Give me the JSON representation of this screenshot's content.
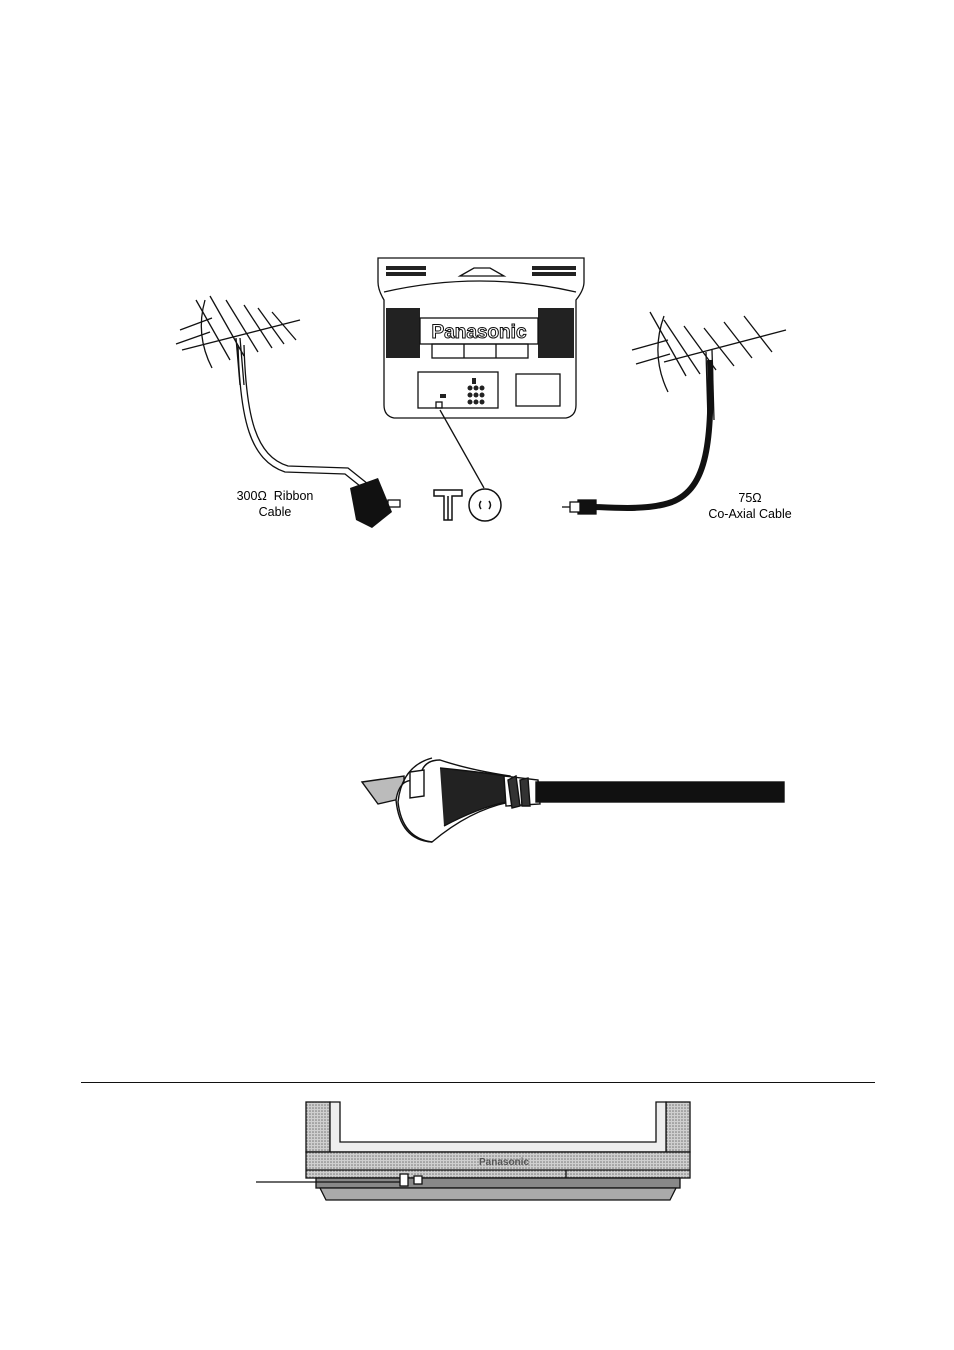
{
  "tv_rear": {
    "brand": "Panasonic"
  },
  "labels": {
    "ribbon_impedance": "300Ω",
    "ribbon_name": "Ribbon",
    "ribbon_cable": "Cable",
    "coax_impedance": "75Ω",
    "coax_cable": "Co-Axial Cable"
  },
  "tv_front": {
    "brand": "Panasonic"
  }
}
